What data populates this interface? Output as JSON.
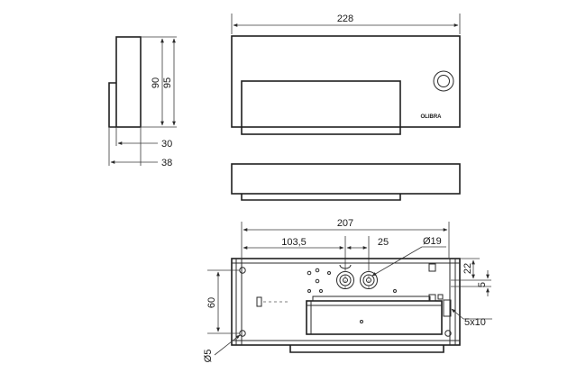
{
  "side_view": {
    "height_inner": "90",
    "height_outer": "95",
    "depth_inner": "30",
    "depth_outer": "38"
  },
  "front_view": {
    "width": "228",
    "logo_text": "OLIBRA"
  },
  "back_view": {
    "width": "207",
    "offset_center": "103,5",
    "spacing": "25",
    "hole_diameter": "Ø19",
    "top_offset": "22",
    "small_gap": "5",
    "height": "60",
    "screw_hole": "Ø5",
    "slot": "5x10"
  }
}
